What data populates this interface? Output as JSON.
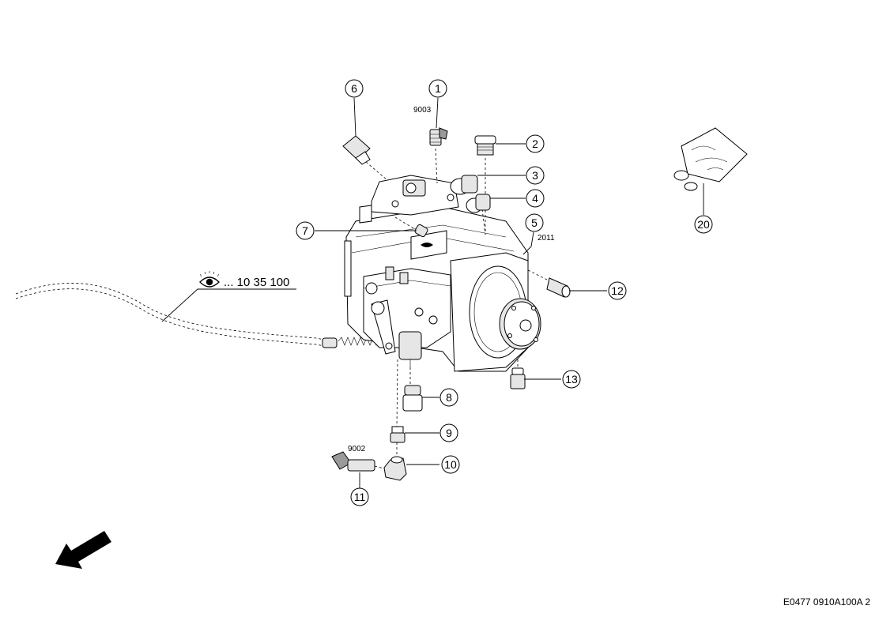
{
  "callouts": [
    {
      "id": "c1",
      "label": "1"
    },
    {
      "id": "c2",
      "label": "2"
    },
    {
      "id": "c3",
      "label": "3"
    },
    {
      "id": "c4",
      "label": "4"
    },
    {
      "id": "c5",
      "label": "5"
    },
    {
      "id": "c6",
      "label": "6"
    },
    {
      "id": "c7",
      "label": "7"
    },
    {
      "id": "c8",
      "label": "8"
    },
    {
      "id": "c9",
      "label": "9"
    },
    {
      "id": "c10",
      "label": "10"
    },
    {
      "id": "c11",
      "label": "11"
    },
    {
      "id": "c12",
      "label": "12"
    },
    {
      "id": "c13",
      "label": "13"
    },
    {
      "id": "c20",
      "label": "20"
    }
  ],
  "ref_codes": {
    "code_9003": "9003",
    "code_2011": "2011",
    "code_9002": "9002"
  },
  "cross_reference": {
    "icon": "eye-icon",
    "text": "... 10 35 100"
  },
  "footer": {
    "drawing_code": "E0477 0910A100A 2"
  },
  "direction_arrow": {
    "icon": "arrow-down-left-icon"
  }
}
